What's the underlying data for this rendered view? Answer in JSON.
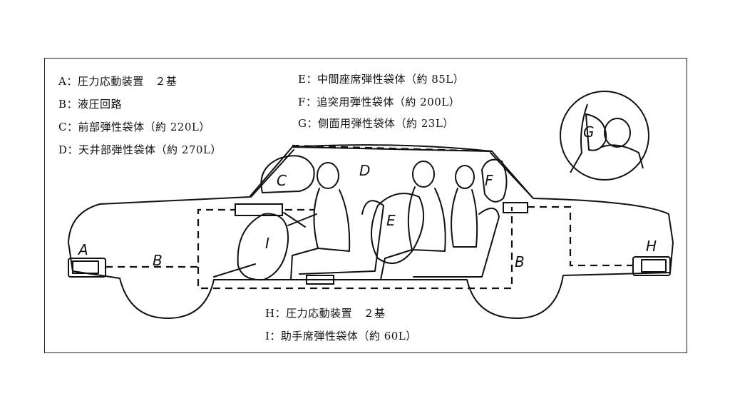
{
  "legend": {
    "A": "A：圧力応動装置　２基",
    "B": "B：液圧回路",
    "C": "C：前部弾性袋体（約 220L）",
    "D": "D：天井部弾性袋体（約 270L）",
    "E": "E：中間座席弾性袋体（約 85L）",
    "F": "F：追突用弾性袋体（約 200L）",
    "G": "G：側面用弾性袋体（約 23L）",
    "H": "H：圧力応動装置　２基",
    "I": "I：助手席弾性袋体（約 60L）"
  },
  "labels": {
    "A": "A",
    "B_front": "B",
    "B_rear": "B",
    "C": "C",
    "D": "D",
    "E": "E",
    "F": "F",
    "G": "G",
    "H": "H",
    "I": "I"
  }
}
